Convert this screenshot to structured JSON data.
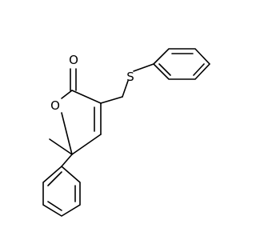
{
  "molecule": {
    "atoms": {
      "carbonyl_oxygen": "O",
      "ring_oxygen": "O",
      "sulfur": "S"
    }
  }
}
